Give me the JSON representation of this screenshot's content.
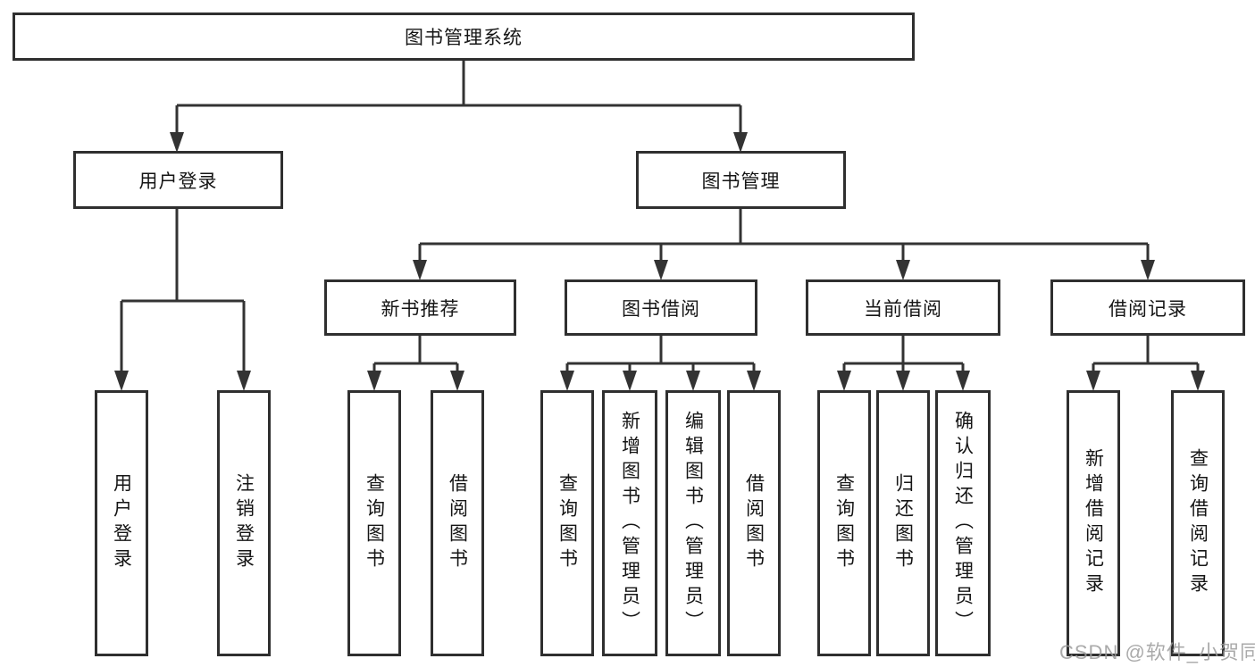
{
  "diagram": {
    "root": {
      "label": "图书管理系统"
    },
    "level2": [
      {
        "label": "用户登录"
      },
      {
        "label": "图书管理"
      }
    ],
    "level3": [
      {
        "label": "新书推荐"
      },
      {
        "label": "图书借阅"
      },
      {
        "label": "当前借阅"
      },
      {
        "label": "借阅记录"
      }
    ],
    "leaves": {
      "user_login": [
        "用户登录",
        "注销登录"
      ],
      "new_book_recommend": [
        "查询图书",
        "借阅图书"
      ],
      "book_borrow": [
        "查询图书",
        "新增图书（管理员）",
        "编辑图书（管理员）",
        "借阅图书"
      ],
      "current_borrow": [
        "查询图书",
        "归还图书",
        "确认归还（管理员）"
      ],
      "borrow_record": [
        "新增借阅记录",
        "查询借阅记录"
      ]
    }
  },
  "watermark": {
    "text": "CSDN @软件_小贺同学"
  },
  "colors": {
    "line": "#333333",
    "box_border": "#2f2f2f",
    "text": "#151515",
    "watermark": "#9b9b9b",
    "background": "#ffffff"
  }
}
